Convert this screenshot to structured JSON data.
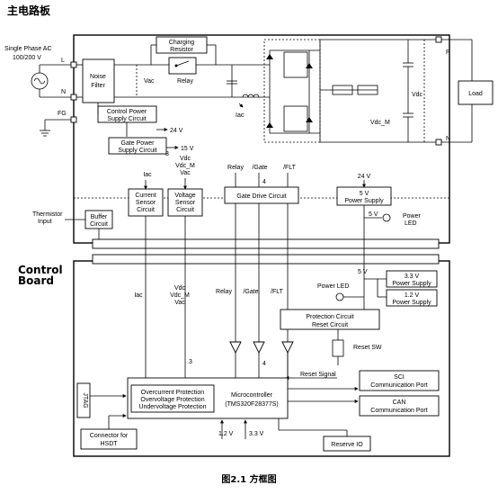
{
  "main_board_title": "主电路板",
  "control_board_title": [
    "Control",
    "Board"
  ],
  "figure_caption": "图2.1 方框图",
  "ac_source": {
    "line1": "Single Phase AC",
    "line2": "100/200 V",
    "L": "L",
    "N": "N",
    "FG": "FG"
  },
  "main_blocks": {
    "noise_filter": [
      "Noise",
      "Filter"
    ],
    "charging_resistor": [
      "Charging",
      "Resistor"
    ],
    "relay": "Relay",
    "control_power": [
      "Control Power",
      "Supply Circuit"
    ],
    "gate_power": [
      "Gate Power",
      "Supply Circuit"
    ],
    "current_sensor": [
      "Current",
      "Sensor",
      "Circuit"
    ],
    "voltage_sensor": [
      "Voltage",
      "Sensor",
      "Circuit"
    ],
    "gate_drive": "Gate Drive Circuit",
    "power_supply_5v": [
      "5 V",
      "Power Supply"
    ],
    "buffer": [
      "Buffer",
      "Circuit"
    ],
    "thermistor": [
      "Thermistor",
      "Input"
    ],
    "load": "Load"
  },
  "main_labels": {
    "vac": "Vac",
    "iac": "Iac",
    "vdc": "Vdc",
    "vdc_m": "Vdc_M",
    "v24": "24 V",
    "v15": "15 V",
    "three": "3",
    "four": "4",
    "p": "P",
    "n": "N",
    "v5": "5 V",
    "power_led": [
      "Power",
      "LED"
    ],
    "sig_iac": "Iac",
    "sig_vdc": [
      "Vdc",
      "Vdc_M",
      "Vac"
    ],
    "sig_relay": "Relay",
    "sig_gate": "/Gate",
    "sig_flt": "/FLT",
    "sig_24v": "24 V"
  },
  "control_blocks": {
    "supply_33": [
      "3.3 V",
      "Power Supply"
    ],
    "supply_12": [
      "1.2 V",
      "Power Supply"
    ],
    "protection": [
      "Protection Circuit",
      "Reset Circuit"
    ],
    "mcu_protect": [
      "Overcurrent Protection",
      "Overvoltage Protection",
      "Undervoltage Protection"
    ],
    "mcu": [
      "Microcontroller",
      "(TMS320F28377S)"
    ],
    "sci": [
      "SCI",
      "Communication Port"
    ],
    "can": [
      "CAN",
      "Communication Port"
    ],
    "jtag": "JTAG",
    "hsdt": [
      "Connector for",
      "HSDT"
    ],
    "reserve": "Reserve IO"
  },
  "control_labels": {
    "v5": "5 V",
    "power_led": "Power LED",
    "iac": "Iac",
    "vdc": [
      "Vdc",
      "Vdc_M",
      "Vac"
    ],
    "relay": "Relay",
    "gate": "/Gate",
    "flt": "/FLT",
    "three": "3",
    "four": "4",
    "reset_sw": "Reset SW",
    "reset_signal": "Reset Signal",
    "v12": "1.2 V",
    "v33": "3.3 V"
  }
}
